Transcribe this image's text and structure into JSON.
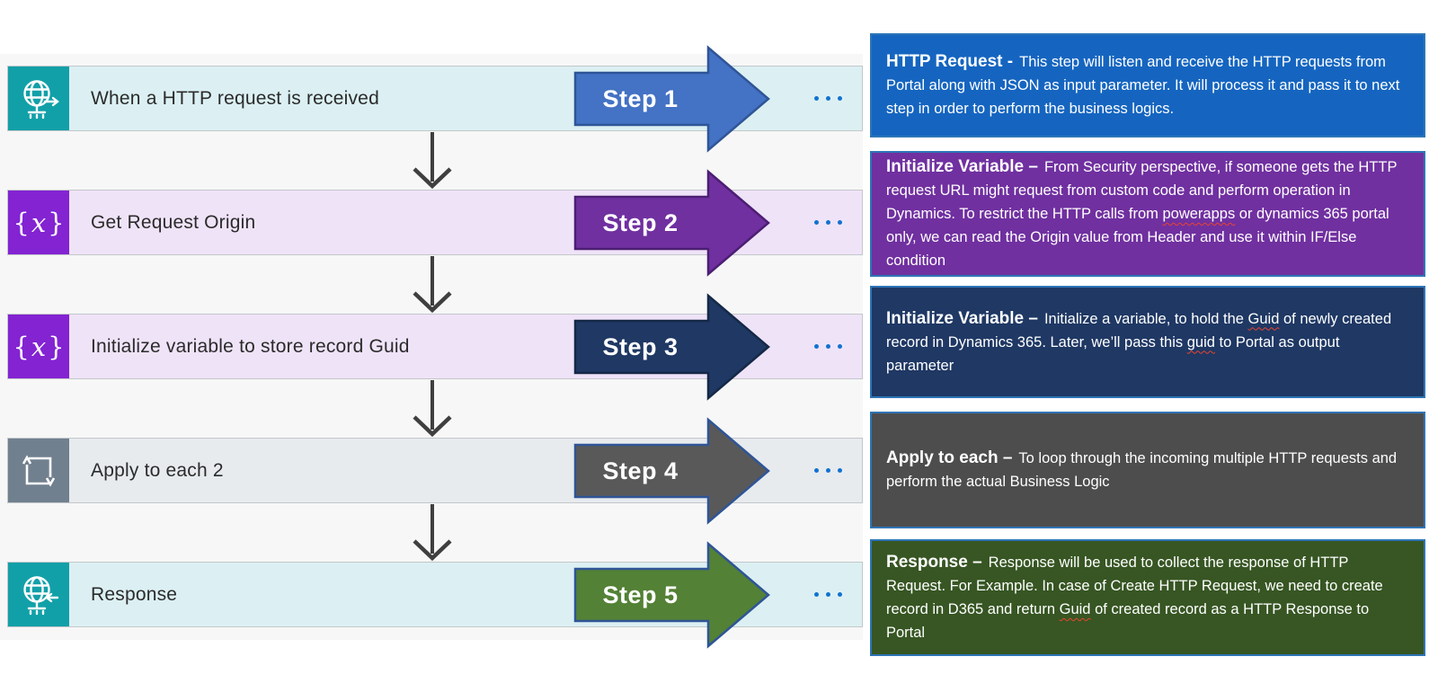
{
  "canvas": {
    "page_bg": "#FFFFFF",
    "panel_bg": "#F7F7F7",
    "connector_color": "#3F3F3F",
    "ellipsis_color": "#1272D0",
    "row_text_color": "#2B2B2B",
    "note_border": "#2E75B6"
  },
  "steps": [
    {
      "step_label": "Step 1",
      "action_label": "When a HTTP request is received",
      "icon": "globe-http-request-icon",
      "menu_icon": "ellipsis-more-icon",
      "colors": {
        "icon_bg": "#12A0A8",
        "row_bg": "#DCF0F3",
        "arrow_fill": "#4472C4",
        "arrow_border": "#2F5597",
        "note_bg": "#1565C0"
      },
      "note": {
        "title": "HTTP Request -",
        "body": "This step will listen and receive the HTTP requests from Portal along with JSON as input parameter. It will process it and pass it to next step in order to perform the business logics.",
        "squiggle_words": []
      }
    },
    {
      "step_label": "Step 2",
      "action_label": "Get Request Origin",
      "icon": "variable-curly-x-icon",
      "menu_icon": "ellipsis-more-icon",
      "colors": {
        "icon_bg": "#8323D2",
        "row_bg": "#EFE3F8",
        "arrow_fill": "#7030A0",
        "arrow_border": "#4C1E73",
        "note_bg": "#7030A0"
      },
      "note": {
        "title": "Initialize Variable –",
        "body": "From Security perspective, if someone gets the HTTP request URL might request from custom code and perform operation in Dynamics. To restrict the HTTP calls from powerapps or dynamics 365 portal only, we can read the Origin value from Header and use it within IF/Else condition",
        "squiggle_words": [
          "powerapps"
        ]
      }
    },
    {
      "step_label": "Step 3",
      "action_label": "Initialize variable to store record Guid",
      "icon": "variable-curly-x-icon",
      "menu_icon": "ellipsis-more-icon",
      "colors": {
        "icon_bg": "#8323D2",
        "row_bg": "#EFE3F8",
        "arrow_fill": "#1F3864",
        "arrow_border": "#152947",
        "note_bg": "#1F3864"
      },
      "note": {
        "title": "Initialize Variable –",
        "body": "Initialize a variable, to hold the Guid of newly created record in Dynamics 365. Later, we’ll pass this guid to Portal as output parameter",
        "squiggle_words": [
          "Guid",
          "guid"
        ]
      }
    },
    {
      "step_label": "Step 4",
      "action_label": "Apply to each 2",
      "icon": "loop-repeat-icon",
      "menu_icon": "ellipsis-more-icon",
      "colors": {
        "icon_bg": "#71808F",
        "row_bg": "#E7EBEE",
        "arrow_fill": "#595959",
        "arrow_border": "#2F5597",
        "note_bg": "#4D4D4D"
      },
      "note": {
        "title": "Apply to each –",
        "body": "To loop through the incoming multiple HTTP requests and perform the actual Business Logic",
        "squiggle_words": []
      }
    },
    {
      "step_label": "Step 5",
      "action_label": "Response",
      "icon": "globe-http-response-icon",
      "menu_icon": "ellipsis-more-icon",
      "colors": {
        "icon_bg": "#12A0A8",
        "row_bg": "#DCF0F3",
        "arrow_fill": "#538135",
        "arrow_border": "#2F5597",
        "note_bg": "#375623"
      },
      "note": {
        "title": "Response –",
        "body": "Response will be used to collect the response of HTTP Request. For Example. In case of Create HTTP Request, we need to create record in D365 and return Guid of created record as a HTTP Response to Portal",
        "squiggle_words": [
          "Guid"
        ]
      }
    }
  ]
}
